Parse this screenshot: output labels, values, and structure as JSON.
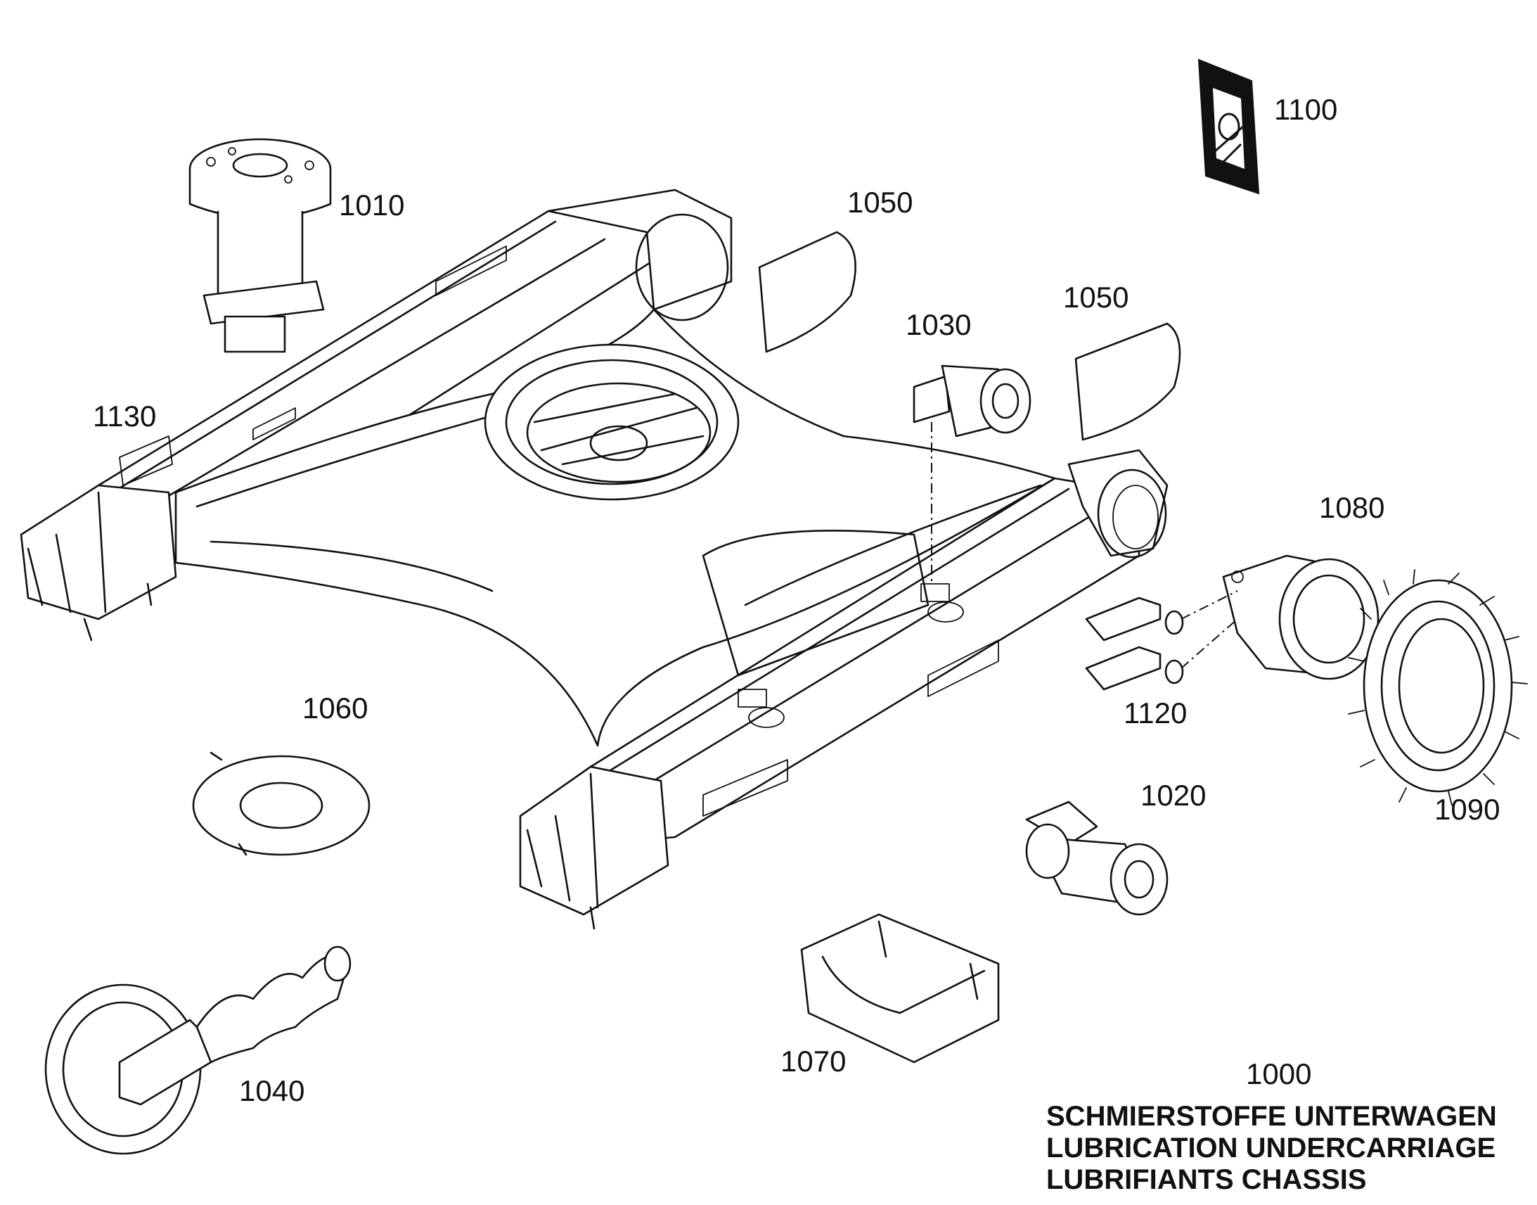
{
  "diagram": {
    "parts": {
      "p1000": "1000",
      "p1010": "1010",
      "p1020": "1020",
      "p1030": "1030",
      "p1040": "1040",
      "p1050": "1050",
      "p1060": "1060",
      "p1070": "1070",
      "p1080": "1080",
      "p1090": "1090",
      "p1100": "1100",
      "p1120": "1120",
      "p1130": "1130"
    },
    "caption": [
      "SCHMIERSTOFFE UNTERWAGEN",
      "LUBRICATION UNDERCARRIAGE",
      "LUBRIFIANTS CHASSIS"
    ]
  }
}
